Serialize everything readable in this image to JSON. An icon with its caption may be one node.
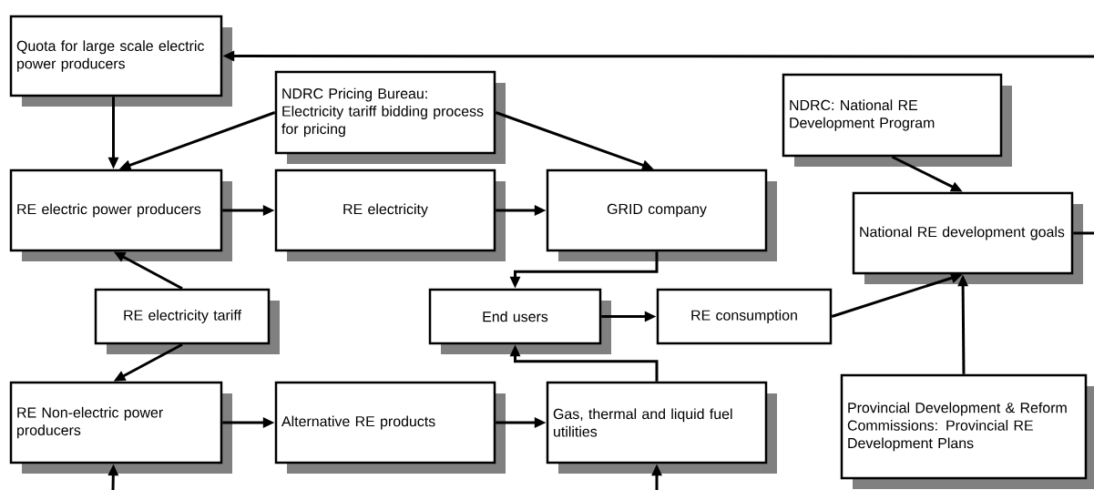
{
  "diagram": {
    "nodes": [
      {
        "text": [
          "Quota for large scale electric power producers"
        ]
      },
      {
        "text": [
          "NDRC Pricing Bureau: Electricity tariff bidding process for pricing"
        ]
      },
      {
        "text": [
          "NDRC: National RE Development Program"
        ]
      },
      {
        "text": [
          "RE electric power producers"
        ]
      },
      {
        "text": [
          "RE electricity"
        ]
      },
      {
        "text": [
          "GRID company"
        ]
      },
      {
        "text": [
          "National RE development goals"
        ]
      },
      {
        "text": [
          "RE electricity tariff"
        ]
      },
      {
        "text": [
          "End users"
        ]
      },
      {
        "text": [
          "RE consumption"
        ]
      },
      {
        "text": [
          "RE Non-electric power producers"
        ]
      },
      {
        "text": [
          "Alternative RE products"
        ]
      },
      {
        "text": [
          "Gas, thermal and liquid fuel utilities"
        ]
      },
      {
        "text": [
          "Provincial Development & Reform Commissions: Provincial RE Development Plans"
        ]
      }
    ],
    "edges": [
      {
        "from": null,
        "to": 0,
        "arrow": "to"
      },
      {
        "from": 6,
        "to": null,
        "arrow": "none"
      },
      {
        "from": 0,
        "to": 3,
        "arrow": "to"
      },
      {
        "from": 1,
        "to": 3,
        "arrow": "to"
      },
      {
        "from": 1,
        "to": 5,
        "arrow": "to"
      },
      {
        "from": 2,
        "to": 6,
        "arrow": "to"
      },
      {
        "from": 3,
        "to": 4,
        "arrow": "to"
      },
      {
        "from": 4,
        "to": 5,
        "arrow": "to"
      },
      {
        "from": 5,
        "to": 8,
        "arrow": "to"
      },
      {
        "from": 7,
        "to": 3,
        "arrow": "to"
      },
      {
        "from": 7,
        "to": 10,
        "arrow": "to"
      },
      {
        "from": 8,
        "to": 9,
        "arrow": "to"
      },
      {
        "from": 9,
        "to": 6,
        "arrow": "to"
      },
      {
        "from": 13,
        "to": 6,
        "arrow": "to"
      },
      {
        "from": 10,
        "to": 11,
        "arrow": "to"
      },
      {
        "from": 11,
        "to": 12,
        "arrow": "to"
      },
      {
        "from": 12,
        "to": 8,
        "arrow": "to"
      },
      {
        "from": null,
        "to": 10,
        "arrow": "to"
      },
      {
        "from": null,
        "to": 12,
        "arrow": "to"
      }
    ]
  }
}
